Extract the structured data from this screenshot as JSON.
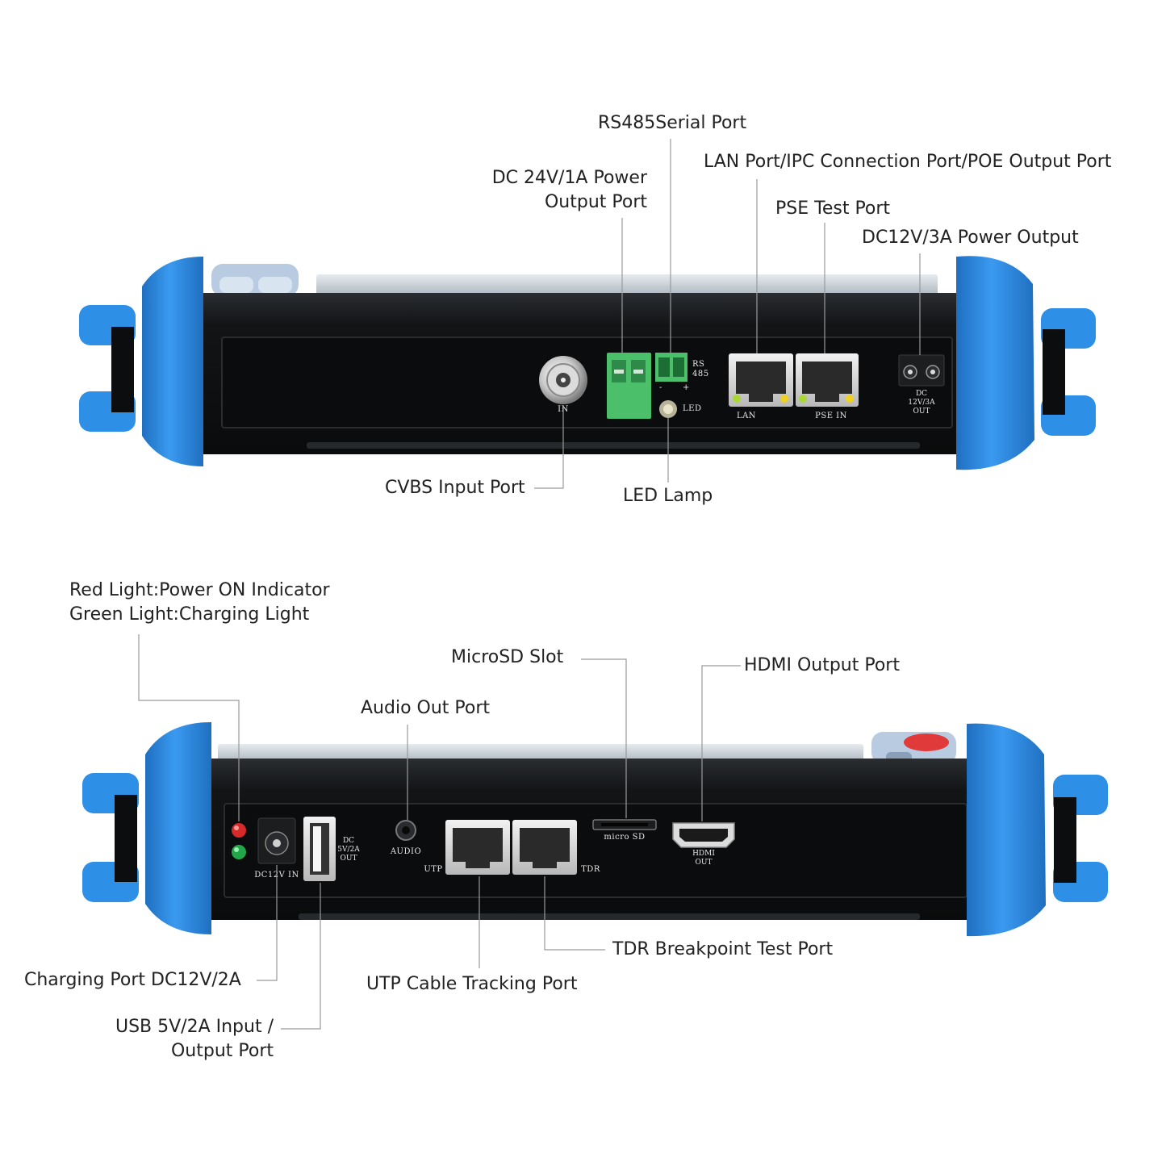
{
  "colors": {
    "bumper": "#2d8fe6",
    "bumper_dark": "#1f6fc0",
    "body": "#141618",
    "panel": "#0c0d0e",
    "terminal_green": "#4cbf6b",
    "leader_line": "#9a9a9a",
    "label_text": "#222222"
  },
  "top_view": {
    "labels": {
      "rs485": "RS485Serial Port",
      "lan_ipc_poe": "LAN Port/IPC Connection Port/POE Output Port",
      "dc24_line1": "DC 24V/1A Power",
      "dc24_line2": "Output Port",
      "pse_test": "PSE Test Port",
      "dc12_out": "DC12V/3A Power Output",
      "cvbs_input": "CVBS Input Port",
      "led_lamp": "LED Lamp"
    },
    "silkscreen": {
      "in": "IN",
      "rs": "RS",
      "n485": "485",
      "led": "LED",
      "lan": "LAN",
      "pse_in": "PSE IN",
      "dc": "DC",
      "dc_rating": "12V/3A",
      "out": "OUT",
      "minus": "-",
      "plus": "+"
    }
  },
  "bottom_view": {
    "labels": {
      "red_light": "Red Light:Power ON Indicator",
      "green_light": "Green Light:Charging Light",
      "microsd": "MicroSD Slot",
      "hdmi": "HDMI Output Port",
      "audio": "Audio Out Port",
      "tdr": "TDR Breakpoint Test Port",
      "charging": "Charging Port DC12V/2A",
      "utp": "UTP Cable Tracking Port",
      "usb_line1": "USB 5V/2A Input /",
      "usb_line2": "Output Port"
    },
    "silkscreen": {
      "dc12v_in": "DC12V IN",
      "dc": "DC",
      "usb_rating": "5V/2A",
      "out": "OUT",
      "audio": "AUDIO",
      "utp": "UTP",
      "tdr": "TDR",
      "micro_sd": "micro SD",
      "hdmi": "HDMI",
      "hdmi_out": "OUT"
    }
  }
}
